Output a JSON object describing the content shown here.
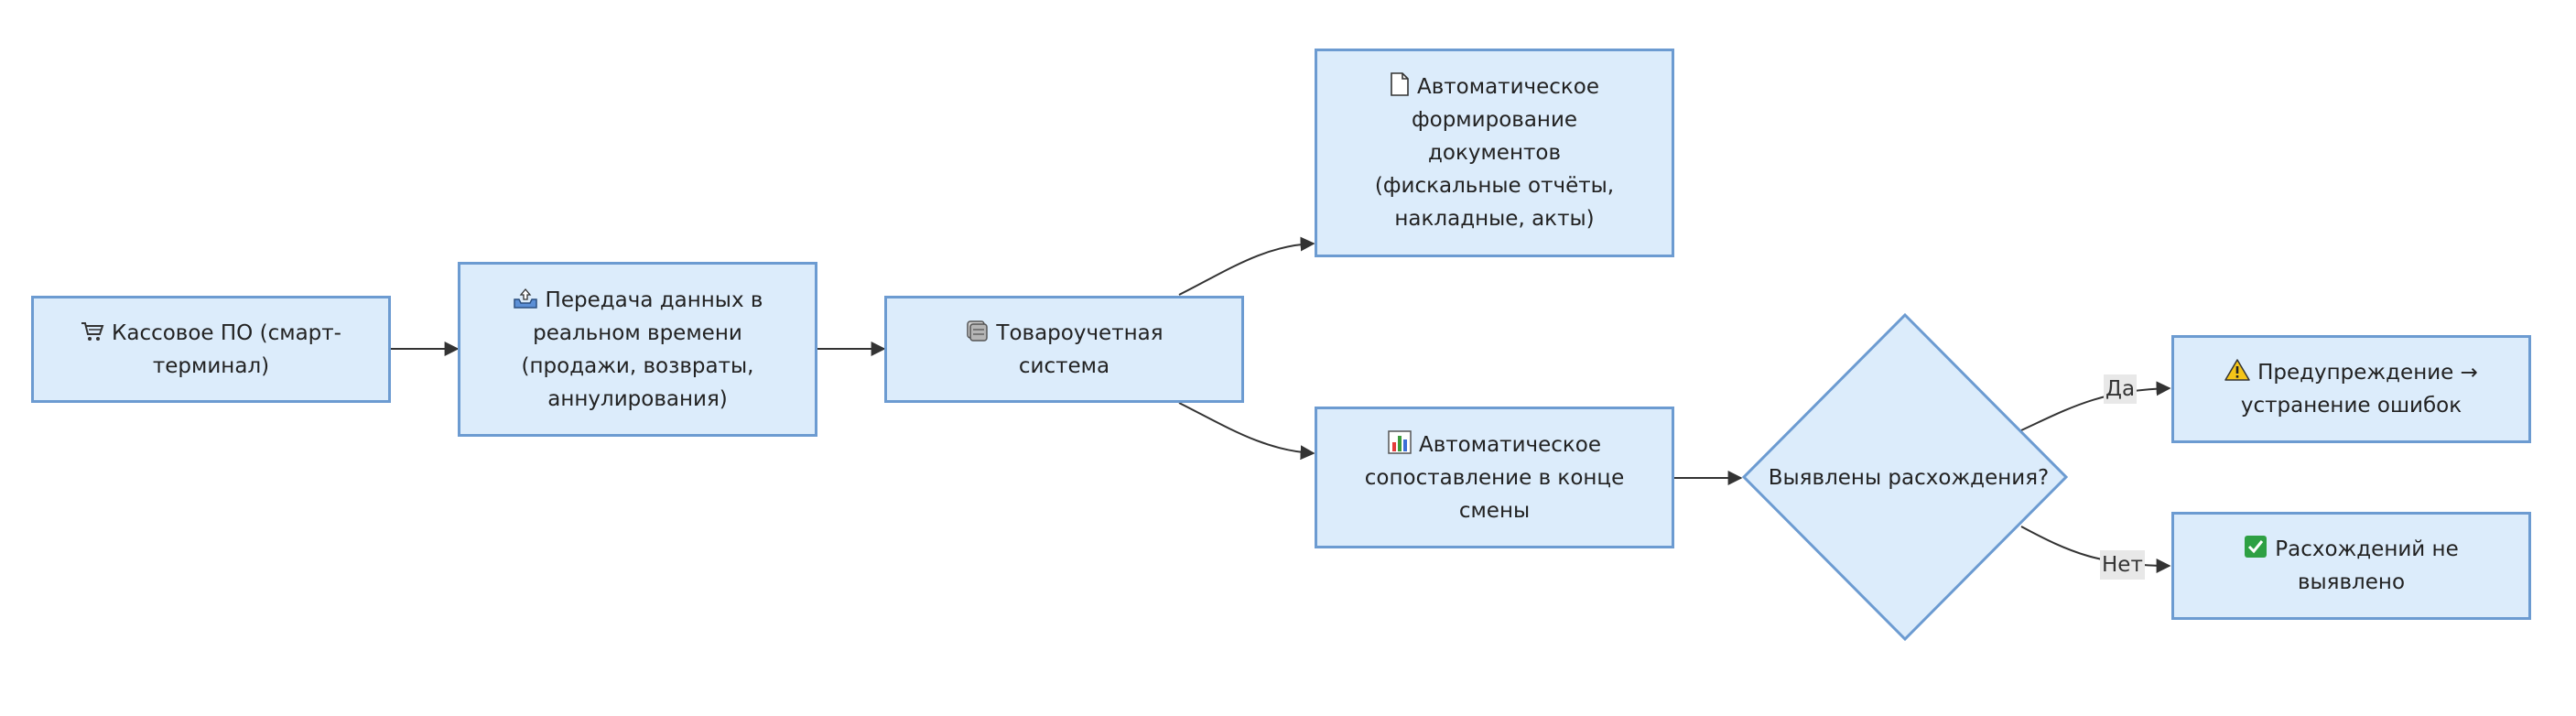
{
  "nodes": {
    "pos": {
      "line1": "Кассовое ПО (смарт-",
      "line2": "терминал)",
      "icon": "shopping-cart-icon"
    },
    "transfer": {
      "line1": "Передача данных в",
      "line2": "реальном времени",
      "line3": "(продажи, возвраты,",
      "line4": "аннулирования)",
      "icon": "outbox-tray-icon"
    },
    "inventory": {
      "line1": "Товароучетная",
      "line2": "система",
      "icon": "database-icon"
    },
    "documents": {
      "line1": "Автоматическое",
      "line2": "формирование",
      "line3": "документов",
      "line4": "(фискальные отчёты,",
      "line5": "накладные, акты)",
      "icon": "document-icon"
    },
    "reconcile": {
      "line1": "Автоматическое",
      "line2": "сопоставление в конце",
      "line3": "смены",
      "icon": "bar-chart-icon"
    },
    "decision": {
      "label": "Выявлены расхождения?"
    },
    "warning": {
      "line1": "Предупреждение →",
      "line2": "устранение ошибок",
      "icon": "warning-icon"
    },
    "ok": {
      "line1": "Расхождений не",
      "line2": "выявлено",
      "icon": "check-mark-icon"
    }
  },
  "edges": {
    "yes_label": "Да",
    "no_label": "Нет"
  },
  "colors": {
    "node_fill": "#dcecfb",
    "node_border": "#6c9bd1",
    "edge": "#333333",
    "label_bg": "#e8e8e8"
  }
}
